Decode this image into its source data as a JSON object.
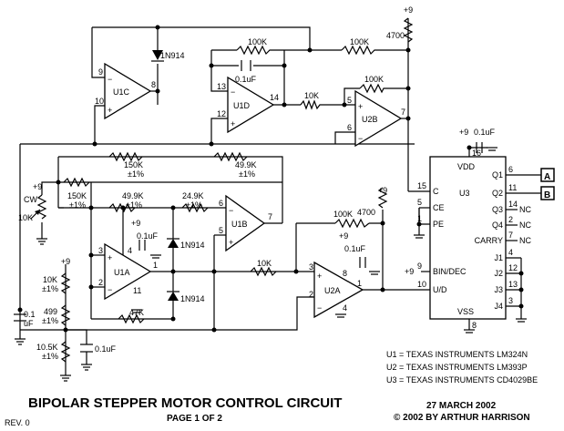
{
  "title": "BIPOLAR STEPPER MOTOR CONTROL CIRCUIT",
  "page": "PAGE 1 OF 2",
  "rev": "REV. 0",
  "date": "27 MARCH 2002",
  "copyright": "© 2002 BY ARTHUR HARRISON",
  "parts_list": [
    "U1 = TEXAS INSTRUMENTS LM324N",
    "U2 = TEXAS INSTRUMENTS LM393P",
    "U3 = TEXAS INSTRUMENTS CD4029BE"
  ],
  "opamps": {
    "u1c": "U1C",
    "u1d": "U1D",
    "u2b": "U2B",
    "u1b": "U1B",
    "u1a": "U1A",
    "u2a": "U2A"
  },
  "plus_sign": "+",
  "minus_sign": "−",
  "pins": {
    "u1c_in_minus": "9",
    "u1c_in_plus": "10",
    "u1c_out": "8",
    "u1d_in_minus": "13",
    "u1d_in_plus": "12",
    "u1d_out": "14",
    "u2b_in_plus": "5",
    "u2b_in_minus": "6",
    "u2b_out": "7",
    "u1b_in_minus": "6",
    "u1b_in_plus": "5",
    "u1b_out": "7",
    "u1a_in_plus": "3",
    "u1a_in_minus": "2",
    "u1a_out": "1",
    "u1a_v": "4",
    "u1a_g": "11",
    "u2a_in_plus": "3",
    "u2a_in_minus": "2",
    "u2a_out": "1",
    "u2a_v": "8",
    "u2a_g": "4"
  },
  "components": {
    "d_top": "1N914",
    "d_mid1": "1N914",
    "d_mid2": "1N914",
    "r_100k_a": "100K",
    "r_100k_b": "100K",
    "r_100k_c": "100K",
    "r_100k_d": "100K",
    "c_u1d": "0.1uF",
    "r_10k_a": "10K",
    "r_10k_b": "10K",
    "r_4700_a": "4700",
    "r_4700_b": "4700",
    "r_150k_a": "150K",
    "r_150k_a_tol": "±1%",
    "r_150k_b": "150K",
    "r_150k_b_tol": "±1%",
    "r_499k_top": "49.9K",
    "r_499k_top_tol": "±1%",
    "r_499k_mid": "49.9K",
    "r_499k_mid_tol": "±1%",
    "r_249k": "24.9K",
    "r_249k_tol": "±1%",
    "r_47k": "47K",
    "pot_cw": "CW",
    "pot_10k": "10K",
    "r_10k_ladder": "10K",
    "r_10k_ladder_tol": "±1%",
    "r_499_ladder": "499",
    "r_499_ladder_tol": "±1%",
    "r_105k_ladder": "10.5K",
    "r_105k_ladder_tol": "±1%",
    "c_ladder": "0.1uF",
    "c_left_a": "0.1",
    "c_left_b": "uF",
    "c_u1a": "0.1uF",
    "c_u2a": "0.1uF",
    "c_u3": "0.1uF",
    "vplus": "+9"
  },
  "u3": {
    "name": "U3",
    "vdd": "VDD",
    "vss": "VSS",
    "left_pins": [
      {
        "num": "15",
        "sig": "C"
      },
      {
        "num": "5",
        "sig": "CE"
      },
      {
        "num": "1",
        "sig": "PE"
      },
      {
        "num": "9",
        "sig": "BIN/DEC"
      },
      {
        "num": "10",
        "sig": "U/D"
      }
    ],
    "top_pin": "16",
    "bottom_pin": "8",
    "right_pins": [
      {
        "num": "6",
        "sig": "Q1"
      },
      {
        "num": "11",
        "sig": "Q2"
      },
      {
        "num": "14",
        "sig": "Q3"
      },
      {
        "num": "2",
        "sig": "Q4"
      },
      {
        "num": "7",
        "sig": "CARRY"
      },
      {
        "num": "4",
        "sig": "J1"
      },
      {
        "num": "12",
        "sig": "J2"
      },
      {
        "num": "13",
        "sig": "J3"
      },
      {
        "num": "3",
        "sig": "J4"
      }
    ],
    "nc": "NC"
  },
  "outputs": {
    "a": "A",
    "b": "B"
  }
}
